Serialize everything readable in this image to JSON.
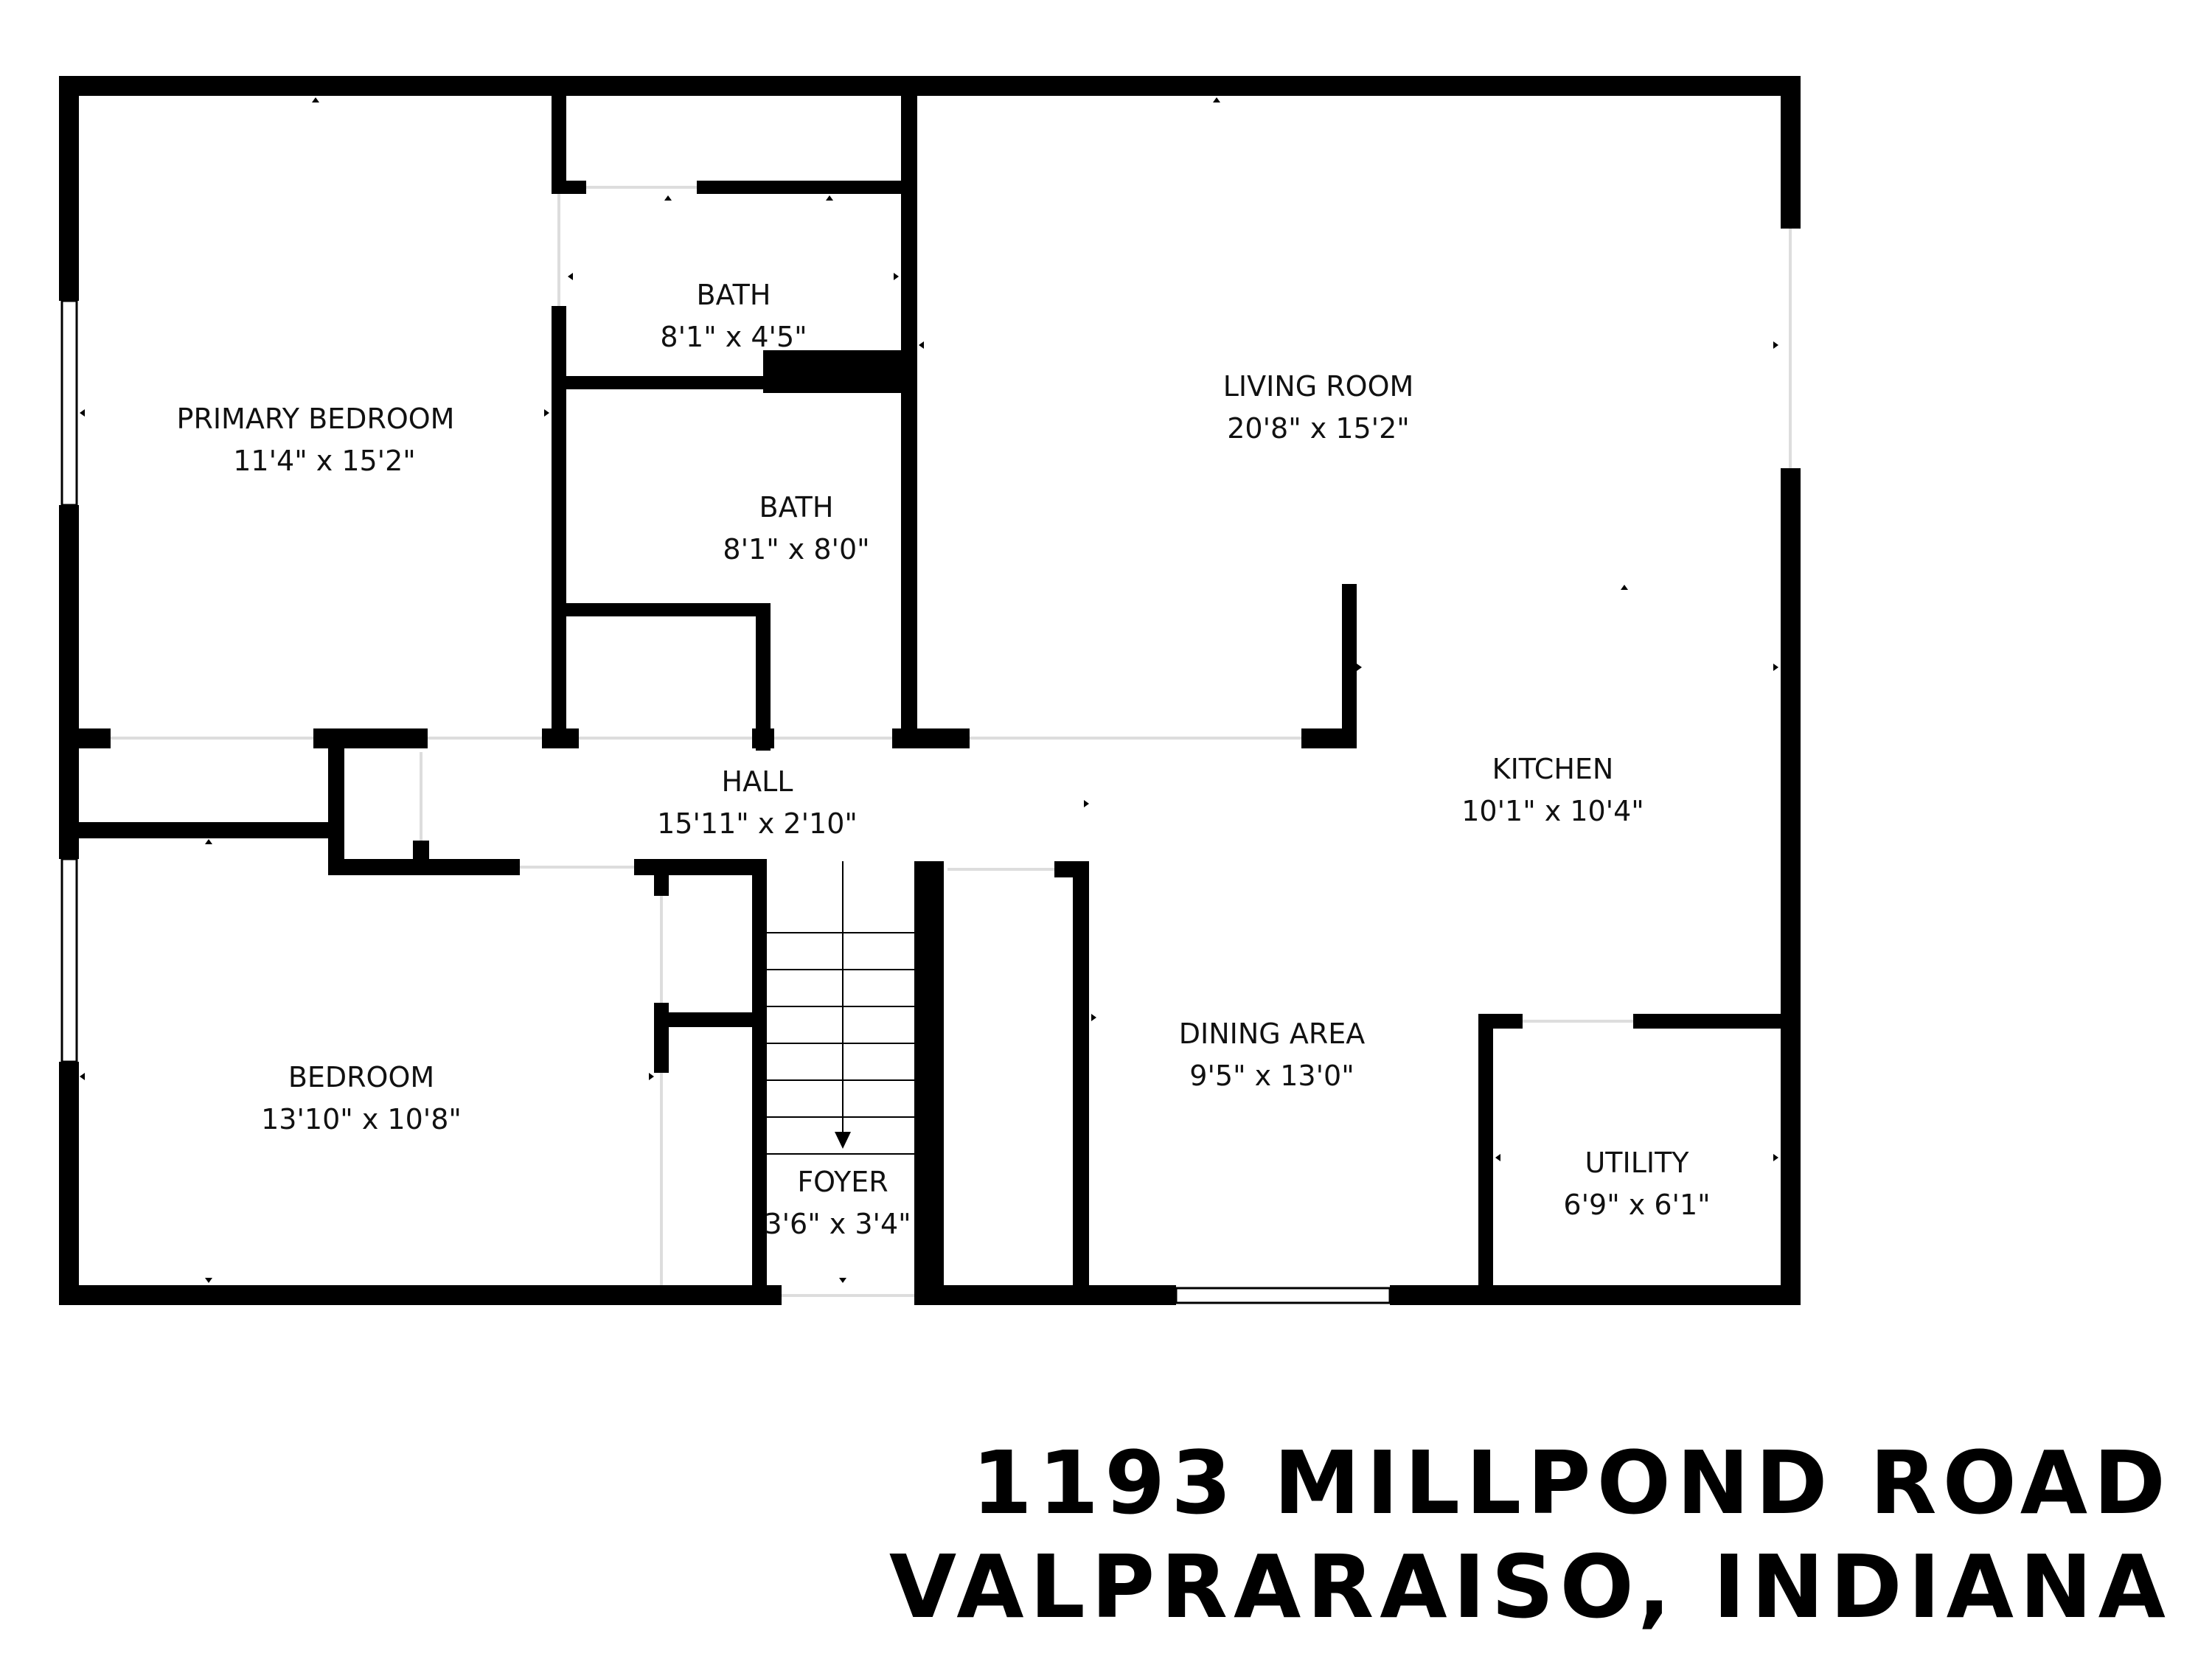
{
  "colors": {
    "wall": "#000000",
    "background": "#ffffff",
    "opening": "#dddddd"
  },
  "rooms": {
    "primary_bedroom": {
      "name": "PRIMARY BEDROOM",
      "dims": "11'4\" x 15'2\""
    },
    "bath_upper": {
      "name": "BATH",
      "dims": "8'1\" x 4'5\""
    },
    "bath_lower": {
      "name": "BATH",
      "dims": "8'1\" x 8'0\""
    },
    "living_room": {
      "name": "LIVING ROOM",
      "dims": "20'8\" x 15'2\""
    },
    "hall": {
      "name": "HALL",
      "dims": "15'11\" x 2'10\""
    },
    "kitchen": {
      "name": "KITCHEN",
      "dims": "10'1\" x 10'4\""
    },
    "bedroom": {
      "name": "BEDROOM",
      "dims": "13'10\" x 10'8\""
    },
    "dining_area": {
      "name": "DINING AREA",
      "dims": "9'5\" x 13'0\""
    },
    "foyer": {
      "name": "FOYER",
      "dims": "3'6\" x 3'4\""
    },
    "utility": {
      "name": "UTILITY",
      "dims": "6'9\" x 6'1\""
    }
  },
  "address": {
    "line1": "1193 MILLPOND ROAD",
    "line2": "VALPRARAISO, INDIANA"
  }
}
